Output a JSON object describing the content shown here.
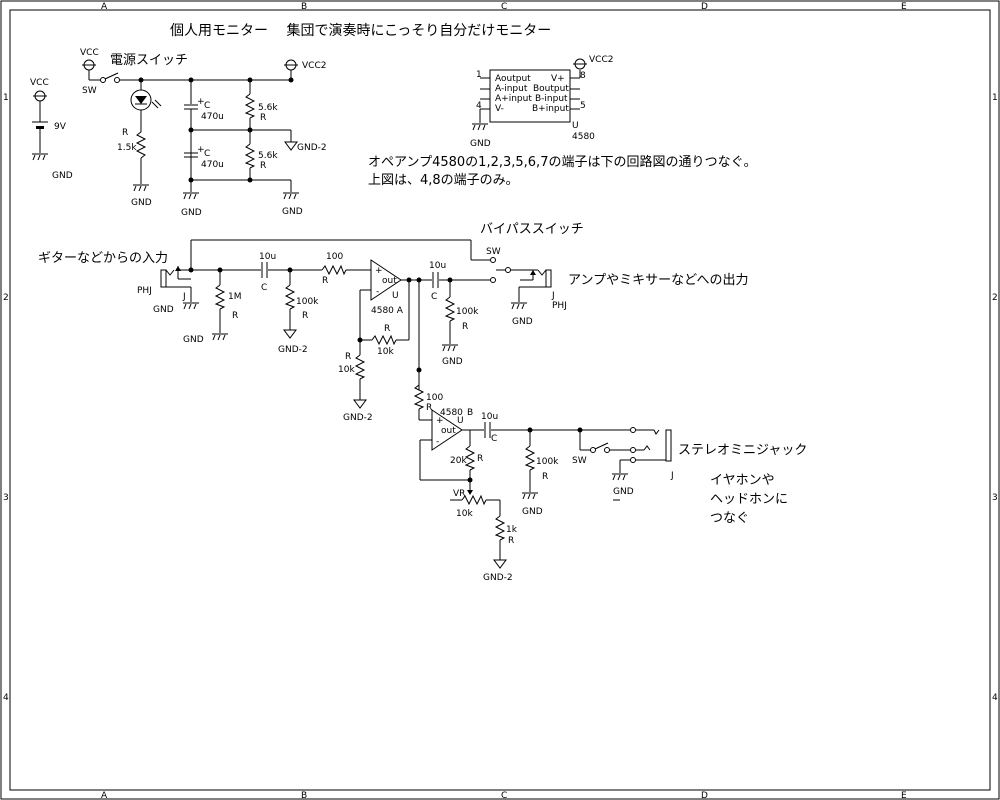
{
  "title": "個人用モニター　 集団で演奏時にこっそり自分だけモニター",
  "border": {
    "columns": [
      "A",
      "B",
      "C",
      "D",
      "E"
    ],
    "rows": [
      "1",
      "2",
      "3",
      "4"
    ]
  },
  "power": {
    "battery": {
      "net": "VCC",
      "value": "9V",
      "gnd": "GND"
    },
    "switch_net": "VCC",
    "switch_ref": "SW",
    "switch_note": "電源スイッチ",
    "vcc2": "VCC2",
    "led_resistor": {
      "ref": "R",
      "value": "1.5k"
    },
    "led_gnd": "GND",
    "cap_top": {
      "ref": "C",
      "value": "470u"
    },
    "cap_bottom": {
      "ref": "C",
      "value": "470u"
    },
    "res_top": {
      "ref": "R",
      "value": "5.6k"
    },
    "res_bottom": {
      "ref": "R",
      "value": "5.6k"
    },
    "gnd2": "GND-2",
    "cap_gnd": "GND",
    "res_gnd": "GND"
  },
  "ic": {
    "ref": "U",
    "part": "4580",
    "vcc": "VCC2",
    "gnd": "GND",
    "left_pins": [
      "Aoutput",
      "A-input",
      "A+input",
      "V-"
    ],
    "right_pins": [
      "V+",
      "Boutput",
      "B-input",
      "B+input"
    ],
    "pin_numbers": {
      "p1": "1",
      "p4": "4",
      "p8": "8",
      "p5": "5"
    }
  },
  "notes": {
    "line1": "オペアンプ4580の1,2,3,5,6,7の端子は下の回路図の通りつなぐ。",
    "line2": "上図は、4,8の端子のみ。",
    "bypass": "バイパススイッチ",
    "input": "ギターなどからの入力",
    "output": "アンプやミキサーなどへの出力",
    "stereo": "ステレオミニジャック",
    "phones1": "イヤホンや",
    "phones2": "ヘッドホンに",
    "phones3": "つなぐ"
  },
  "input_stage": {
    "jack_ref": "J",
    "jack_type": "PHJ",
    "jack_gnd": "GND",
    "r1": {
      "ref": "R",
      "value": "1M"
    },
    "r1_gnd": "GND",
    "c1": {
      "ref": "C",
      "value": "10u"
    },
    "r2": {
      "ref": "R",
      "value": "100k"
    },
    "r2_gnd": "GND-2",
    "r3": {
      "ref": "R",
      "value": "100"
    }
  },
  "opamp_a": {
    "ref": "U",
    "unit": "4580 A",
    "out": "out",
    "plus": "+",
    "minus": "-",
    "rf": {
      "ref": "R",
      "value": "10k"
    },
    "rg": {
      "ref": "R",
      "value": "10k"
    },
    "rg_gnd": "GND-2",
    "c_out": {
      "ref": "C",
      "value": "10u"
    },
    "r_out": {
      "ref": "R",
      "value": "100k"
    },
    "r_out_gnd": "GND",
    "sw": "SW",
    "jack_ref": "J",
    "jack_type": "PHJ",
    "jack_gnd": "GND"
  },
  "opamp_b": {
    "ref": "U",
    "unit": "4580",
    "unit_suffix": "B",
    "out": "out",
    "plus": "+",
    "minus": "-",
    "r_in": {
      "ref": "R",
      "value": "100"
    },
    "rf": {
      "ref": "R",
      "value": "20k"
    },
    "vr": {
      "ref": "VR",
      "value": "10k"
    },
    "r_low": {
      "ref": "R",
      "value": "1k"
    },
    "r_low_gnd": "GND-2",
    "c_out": {
      "ref": "C",
      "value": "10u"
    },
    "r_out": {
      "ref": "R",
      "value": "100k"
    },
    "r_out_gnd": "GND",
    "sw": "SW",
    "jack_ref": "J",
    "jack_gnd": "GND"
  }
}
